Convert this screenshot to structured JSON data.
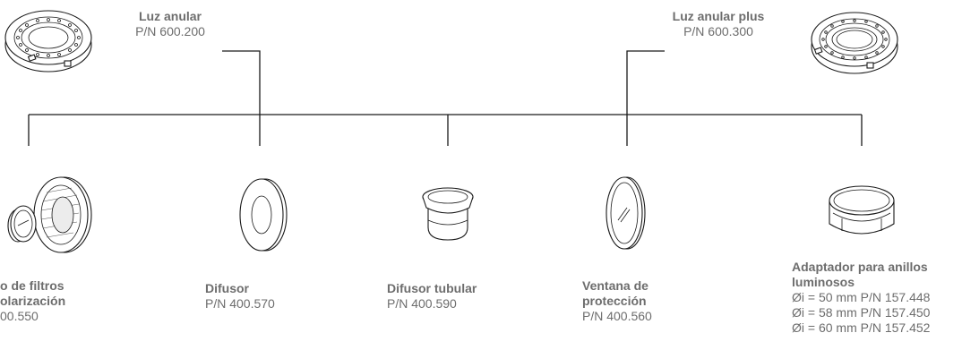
{
  "top_products": [
    {
      "title": "Luz anular",
      "pn": "P/N 600.200"
    },
    {
      "title": "Luz anular plus",
      "pn": "P/N 600.300"
    }
  ],
  "accessories": [
    {
      "title_lines": [
        "o de filtros",
        "olarización"
      ],
      "pn_lines": [
        "00.550"
      ]
    },
    {
      "title_lines": [
        "Difusor"
      ],
      "pn_lines": [
        "P/N 400.570"
      ]
    },
    {
      "title_lines": [
        "Difusor tubular"
      ],
      "pn_lines": [
        "P/N 400.590"
      ]
    },
    {
      "title_lines": [
        "Ventana de",
        "protección"
      ],
      "pn_lines": [
        "P/N 400.560"
      ]
    },
    {
      "title_lines": [
        "Adaptador para anillos",
        "luminosos"
      ],
      "pn_lines": [
        "Øi = 50 mm  P/N 157.448",
        "Øi = 58 mm  P/N 157.450",
        "Øi = 60 mm  P/N 157.452"
      ]
    }
  ]
}
